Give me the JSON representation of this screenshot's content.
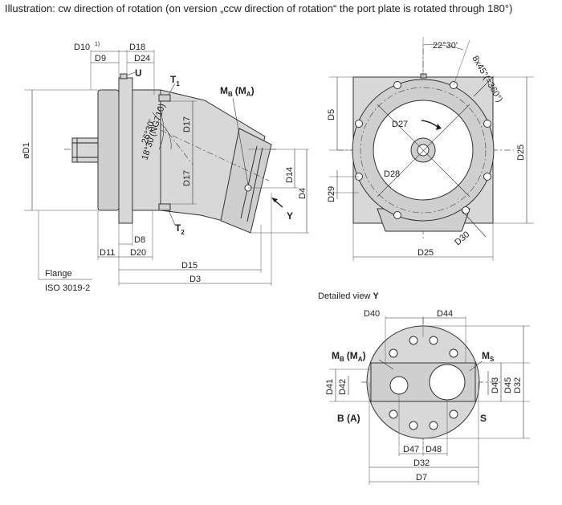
{
  "caption": "Illustration: cw direction of rotation (on version „ccw direction of rotation“ the port plate is rotated through 180°)",
  "side_view": {
    "D10": "D10",
    "D10_sup": "1)",
    "D9": "D9",
    "D18": "D18",
    "D24": "D24",
    "U": "U",
    "T1": "T",
    "T1_sub": "1",
    "T2": "T",
    "T2_sub": "2",
    "MB": "M",
    "MB_sub": "B",
    "MB_paren": "(M",
    "MB_paren_sub": "A",
    "MB_close": ")",
    "angle1": "26°30'",
    "angle2": "18°30'(NG710)",
    "D17a": "D17",
    "D17b": "D17",
    "D1": "øD1",
    "D14": "D14",
    "D4": "D4",
    "Y": "Y",
    "D8": "D8",
    "D11": "D11",
    "D20": "D20",
    "D15": "D15",
    "D3": "D3",
    "flange_label": "Flange",
    "flange_std": "ISO 3019-2"
  },
  "front_view": {
    "angle": "22°30'",
    "chamfer": "8x45°(=360°)",
    "D5": "D5",
    "D27": "D27",
    "D28": "D28",
    "D29": "D29",
    "D25v": "D25",
    "D25h": "D25",
    "D30": "D30"
  },
  "detail_view": {
    "title": "Detailed view",
    "title_bold": "Y",
    "D40": "D40",
    "D44": "D44",
    "MB": "M",
    "MB_sub": "B",
    "MB_paren": "(M",
    "MB_paren_sub": "A",
    "MB_close": ")",
    "MS": "M",
    "MS_sub": "S",
    "D41": "D41",
    "D42": "D42",
    "D43": "D43",
    "D45": "D45",
    "D32v": "D32",
    "BA": "B (A)",
    "S": "S",
    "D47": "D47",
    "D48": "D48",
    "D32h": "D32",
    "D7": "D7"
  }
}
